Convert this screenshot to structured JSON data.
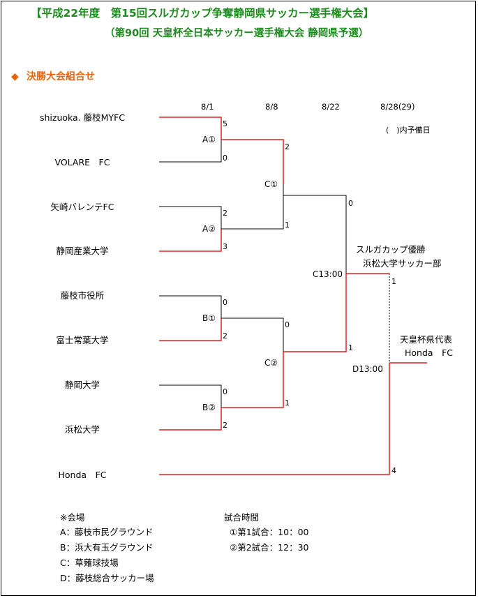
{
  "header": {
    "title": "【平成22年度　第15回スルガカップ争奪静岡県サッカー選手権大会】",
    "subtitle": "（第90回 天皇杯全日本サッカー選手権大会 静岡県予選）"
  },
  "section": {
    "marker": "◆",
    "title": "決勝大会組合せ"
  },
  "dates": [
    "8/1",
    "8/8",
    "8/22",
    "8/28(29)"
  ],
  "reserve_note": "(　)内予備日",
  "teams": [
    "shizuoka. 藤枝MYFC",
    "VOLARE　FC",
    "矢崎バレンテFC",
    "静岡産業大学",
    "藤枝市役所",
    "富士常葉大学",
    "静岡大学",
    "浜松大学",
    "Honda　FC"
  ],
  "matches": {
    "a1": {
      "label": "A①",
      "score_top": "5",
      "score_bottom": "0"
    },
    "a2": {
      "label": "A②",
      "score_top": "2",
      "score_bottom": "3"
    },
    "b1": {
      "label": "B①",
      "score_top": "0",
      "score_bottom": "2"
    },
    "b2": {
      "label": "B②",
      "score_top": "0",
      "score_bottom": "2"
    },
    "c1": {
      "label": "C①",
      "score_top": "2",
      "score_bottom": "1"
    },
    "c2": {
      "label": "C②",
      "score_top": "0",
      "score_bottom": "1"
    },
    "c3": {
      "label": "C13:00",
      "score_top": "0",
      "score_bottom": "1"
    },
    "d": {
      "label": "D13:00",
      "score_top": "1",
      "score_bottom": "4"
    }
  },
  "suruga_winner": {
    "line1": "スルガカップ優勝",
    "line2": "浜松大学サッカー部"
  },
  "emperor_rep": {
    "line1": "天皇杯県代表",
    "line2": "Honda　FC"
  },
  "venues": {
    "heading": "※会場",
    "items": [
      "A：藤枝市民グラウンド",
      "B：浜大有玉グラウンド",
      "C：草薙球技場",
      "D：藤枝総合サッカー場"
    ]
  },
  "times": {
    "heading": "試合時間",
    "items": [
      "①第1試合：10：00",
      "②第2試合：12：30"
    ]
  },
  "colors": {
    "winner_line": "#e02020",
    "loser_line": "#000000",
    "title": "#1f8a1f",
    "section": "#e8650a"
  }
}
